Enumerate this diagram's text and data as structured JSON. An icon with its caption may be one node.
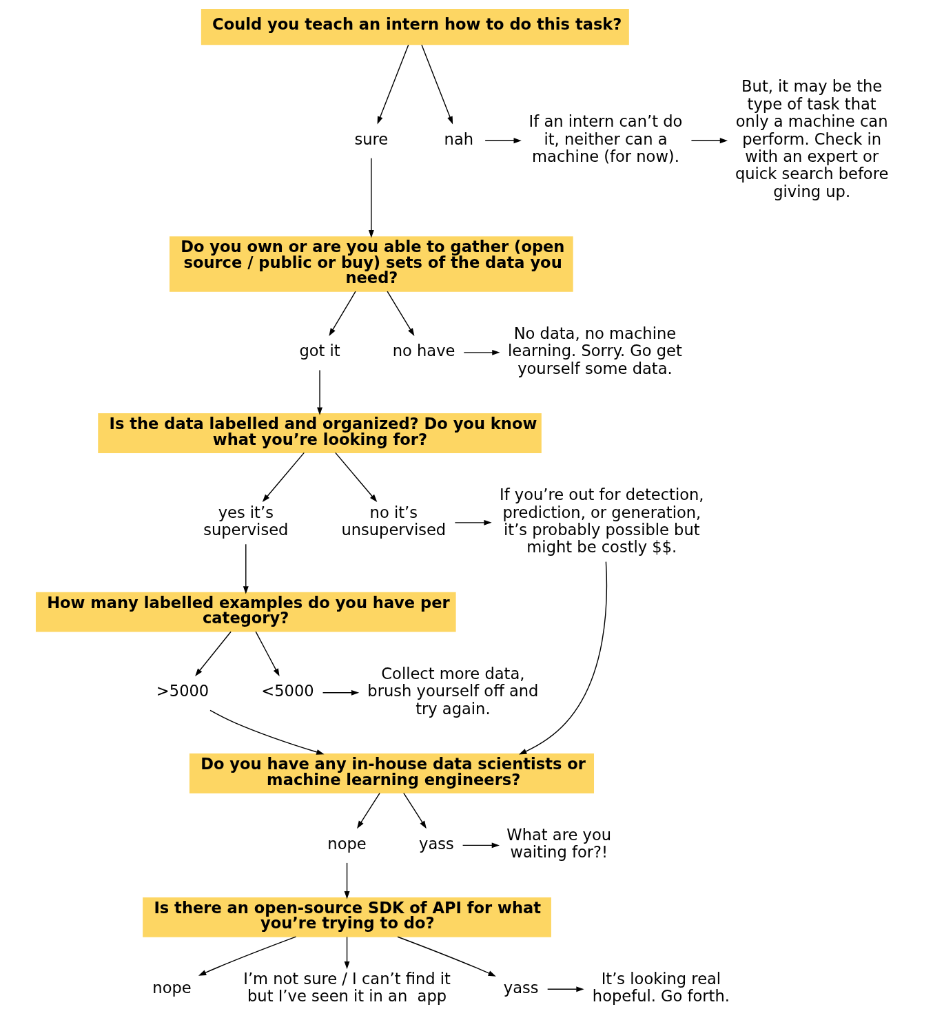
{
  "diagram": {
    "nodes": [
      {
        "text": [
          "Could you teach an intern how to do this task?"
        ]
      },
      {
        "text": [
          "sure"
        ]
      },
      {
        "text": [
          "nah"
        ]
      },
      {
        "text": [
          "If an intern can’t do it, neither can a machine (for now)."
        ]
      },
      {
        "text": [
          "But, it may be the type of task that only a machine can perform. Check in with an expert or quick search before giving up."
        ]
      },
      {
        "text": [
          "Do you own or are you able to gather (open source / public or buy) sets of the data you need?"
        ]
      },
      {
        "text": [
          "got it"
        ]
      },
      {
        "text": [
          "no have"
        ]
      },
      {
        "text": [
          "No data, no machine learning. Sorry. Go get yourself some data."
        ]
      },
      {
        "text": [
          "Is the data labelled and organized? Do you know what you’re looking for?"
        ]
      },
      {
        "text": [
          "yes it’s supervised"
        ]
      },
      {
        "text": [
          "no it’s unsupervised"
        ]
      },
      {
        "text": [
          "If you’re out for detection, prediction, or generation, it’s probably possible but might be costly $$."
        ]
      },
      {
        "text": [
          "How many labelled examples do you have per category?"
        ]
      },
      {
        "text": [
          ">5000"
        ]
      },
      {
        "text": [
          "<5000"
        ]
      },
      {
        "text": [
          "Collect more data, brush yourself off and try again."
        ]
      },
      {
        "text": [
          "Do you have any in-house data scientists or machine learning engineers?"
        ]
      },
      {
        "text": [
          "nope"
        ]
      },
      {
        "text": [
          "yass"
        ]
      },
      {
        "text": [
          "What are you waiting for?!"
        ]
      },
      {
        "text": [
          "Is there an open-source SDK of API for what you’re trying to do?"
        ]
      },
      {
        "text": [
          "nope"
        ]
      },
      {
        "text": [
          "I’m not sure / I can’t find it but I’ve seen it in an  app"
        ]
      },
      {
        "text": [
          "yass"
        ]
      },
      {
        "text": [
          "It’s looking real hopeful. Go forth."
        ]
      }
    ],
    "edges": [
      {
        "from": 0,
        "to": 1,
        "arrow": "to"
      },
      {
        "from": 0,
        "to": 2,
        "arrow": "to"
      },
      {
        "from": 2,
        "to": 3,
        "arrow": "to"
      },
      {
        "from": 3,
        "to": 4,
        "arrow": "to"
      },
      {
        "from": 1,
        "to": 5,
        "arrow": "to"
      },
      {
        "from": 5,
        "to": 6,
        "arrow": "to"
      },
      {
        "from": 5,
        "to": 7,
        "arrow": "to"
      },
      {
        "from": 7,
        "to": 8,
        "arrow": "to"
      },
      {
        "from": 6,
        "to": 9,
        "arrow": "to"
      },
      {
        "from": 9,
        "to": 10,
        "arrow": "to"
      },
      {
        "from": 9,
        "to": 11,
        "arrow": "to"
      },
      {
        "from": 11,
        "to": 12,
        "arrow": "to"
      },
      {
        "from": 12,
        "to": 17,
        "arrow": "to"
      },
      {
        "from": 10,
        "to": 13,
        "arrow": "to"
      },
      {
        "from": 13,
        "to": 14,
        "arrow": "to"
      },
      {
        "from": 13,
        "to": 15,
        "arrow": "to"
      },
      {
        "from": 15,
        "to": 16,
        "arrow": "to"
      },
      {
        "from": 14,
        "to": 17,
        "arrow": "to"
      },
      {
        "from": 17,
        "to": 18,
        "arrow": "to"
      },
      {
        "from": 17,
        "to": 19,
        "arrow": "to"
      },
      {
        "from": 19,
        "to": 20,
        "arrow": "to"
      },
      {
        "from": 18,
        "to": 21,
        "arrow": "to"
      },
      {
        "from": 21,
        "to": 22,
        "arrow": "to"
      },
      {
        "from": 21,
        "to": 23,
        "arrow": "to"
      },
      {
        "from": 21,
        "to": 24,
        "arrow": "to"
      },
      {
        "from": 24,
        "to": 25,
        "arrow": "to"
      }
    ]
  }
}
